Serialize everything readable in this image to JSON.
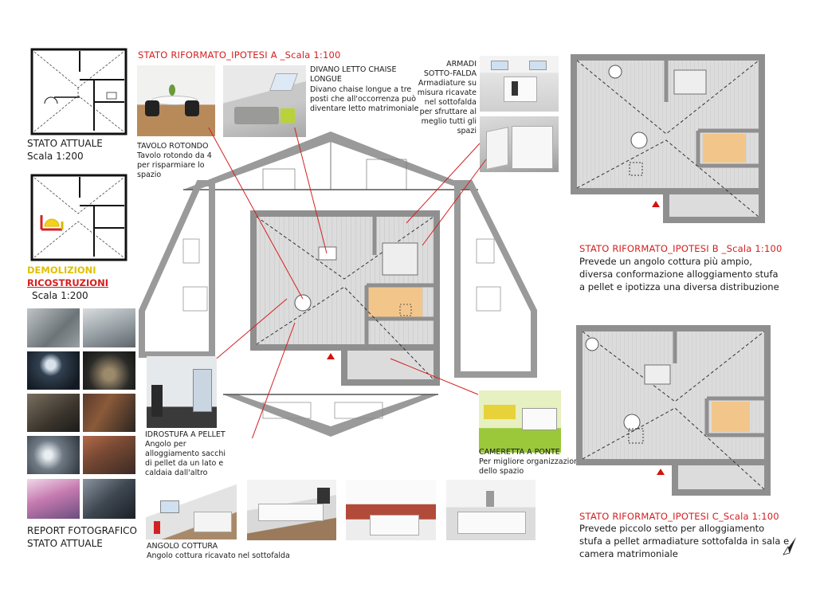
{
  "left_column": {
    "stato_attuale": {
      "title": "STATO ATTUALE",
      "scale": "Scala 1:200"
    },
    "demolizioni": {
      "line1": "DEMOLIZIONI",
      "line2": "RICOSTRUZIONI",
      "scale": "Scala 1:200"
    },
    "report": {
      "line1": "REPORT FOTOGRAFICO",
      "line2": "STATO ATTUALE"
    }
  },
  "ipotesi_a": {
    "title": "STATO RIFORMATO_IPOTESI A _Scala 1:100"
  },
  "callouts": {
    "tavolo": {
      "title": "TAVOLO ROTONDO",
      "lines": [
        "Tavolo rotondo da 4",
        "per risparmiare lo",
        "spazio"
      ]
    },
    "divano": {
      "title": [
        "DIVANO LETTO CHAISE",
        "LONGUE"
      ],
      "lines": [
        "Divano chaise longue a tre",
        "posti che all'occorrenza può",
        "diventare letto matrimoniale"
      ]
    },
    "armadi": {
      "title": [
        "ARMADI",
        "SOTTO-FALDA"
      ],
      "lines": [
        "Armadiature su",
        "misura ricavate",
        "nel sottofalda",
        "per sfruttare al",
        "meglio tutti gli",
        "spazi"
      ]
    },
    "idrostufa": {
      "title": "IDROSTUFA A PELLET",
      "lines": [
        "Angolo per",
        "alloggiamento sacchi",
        "di pellet da un lato e",
        "caldaia dall'altro"
      ]
    },
    "cameretta": {
      "title": "CAMERETTA A PONTE",
      "lines": [
        "Per migliore organizzazione",
        "dello spazio"
      ]
    },
    "angolo": {
      "title": "ANGOLO COTTURA",
      "lines": [
        "Angolo cottura ricavato nel sottofalda"
      ]
    }
  },
  "ipotesi_b": {
    "title": "STATO RIFORMATO_IPOTESI B _Scala 1:100",
    "lines": [
      "Prevede un angolo cottura più ampio,",
      "diversa conformazione alloggiamento stufa",
      "a pellet e ipotizza una diversa distribuzione"
    ]
  },
  "ipotesi_c": {
    "title": "STATO RIFORMATO_IPOTESI C_Scala 1:100",
    "lines": [
      "Prevede piccolo setto per alloggiamento",
      "stufa a pellet armadiature sottofalda in sala e",
      "camera matrimoniale"
    ]
  },
  "colors": {
    "accent_red": "#d42020",
    "wall_gray": "#9a9a9a",
    "floor_gray": "#d9d9d9",
    "tile_orange": "#f2c68a"
  }
}
